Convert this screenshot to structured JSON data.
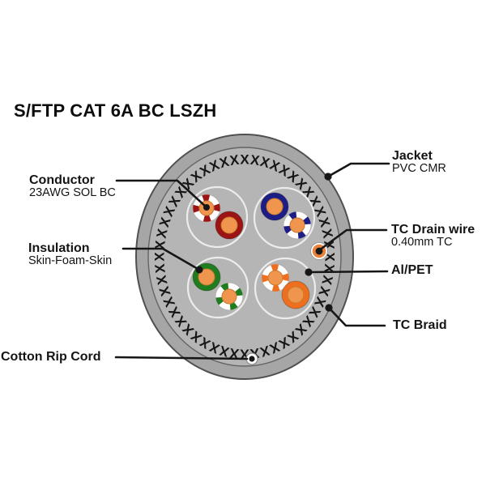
{
  "title": "S/FTP CAT 6A BC LSZH",
  "labels": {
    "conductor": {
      "name": "Conductor",
      "detail": "23AWG SOL BC"
    },
    "insulation": {
      "name": "Insulation",
      "detail": "Skin-Foam-Skin"
    },
    "cotton_rip_cord": {
      "name": "Cotton Rip Cord"
    },
    "jacket": {
      "name": "Jacket",
      "detail": "PVC CMR"
    },
    "tc_drain_wire": {
      "name": "TC Drain wire",
      "detail": "0.40mm TC"
    },
    "al_pet": {
      "name": "Al/PET"
    },
    "tc_braid": {
      "name": "TC Braid"
    }
  },
  "braid": {
    "symbol": "X",
    "count": 52
  },
  "colors": {
    "jacket_gray": "#a6a6a6",
    "core_gray": "#b5b5b5",
    "outline_dark": "#4f4f4f",
    "inner_outline": "#646464",
    "pair_ring_white": "#ffffff",
    "wire_edge_gray": "#b3b3b3",
    "pair_circle_outline": "#ececec",
    "copper": "#f0954e",
    "copper_edge": "#c8792e",
    "brown": "#9c1414",
    "blue": "#1d1d86",
    "green": "#1f7d1f",
    "orange": "#ee6f1d",
    "drain_ring": "#e8823c",
    "dark": "#161616"
  }
}
